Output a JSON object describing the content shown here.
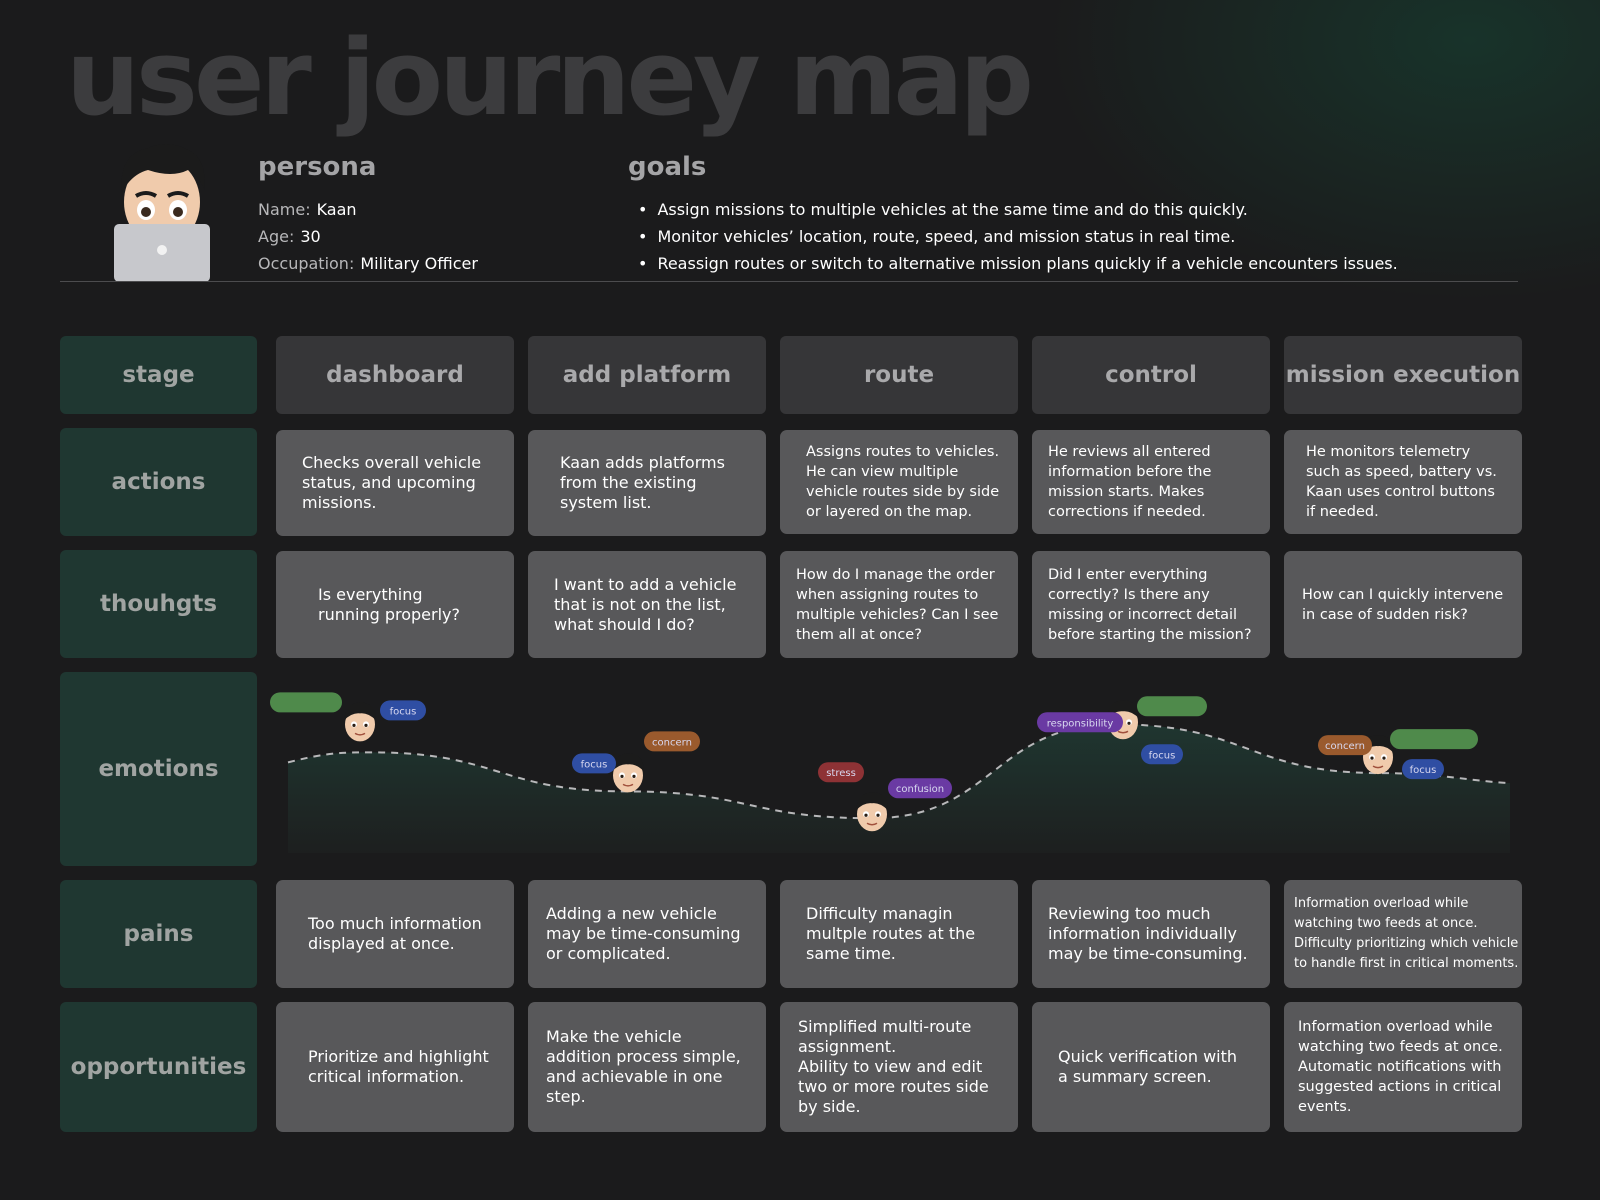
{
  "title": "user journey map",
  "persona": {
    "heading": "persona",
    "name_label": "Name:",
    "name": "Kaan",
    "age_label": "Age:",
    "age": "30",
    "occupation_label": "Occupation:",
    "occupation": "Military Officer"
  },
  "goals": {
    "heading": "goals",
    "items": [
      "Assign missions to multiple vehicles at the same time and do this quickly.",
      "Monitor vehicles’ location, route, speed, and mission status in real time.",
      "Reassign routes or switch to alternative mission plans quickly if a vehicle encounters issues."
    ]
  },
  "row_labels": {
    "stage": "stage",
    "actions": "actions",
    "thoughts": "thouhgts",
    "emotions": "emotions",
    "pains": "pains",
    "opportunities": "opportunities"
  },
  "stages": [
    "dashboard",
    "add platform",
    "route",
    "control",
    "mission execution"
  ],
  "actions": [
    "Checks overall vehicle\nstatus, and upcoming\nmissions.",
    "Kaan adds  platforms\nfrom the existing\nsystem list.",
    "Assigns routes to vehicles.\nHe can view multiple\nvehicle routes side by side\nor layered on the map.",
    "He reviews all entered\ninformation before the\nmission starts. Makes\ncorrections if needed.",
    "He monitors telemetry\nsuch as speed, battery vs.\nKaan uses control buttons\nif needed."
  ],
  "thoughts": [
    "Is everything\nrunning properly?",
    "I want to add a vehicle\nthat is not on the list,\nwhat should I do?",
    "How do I manage the order\nwhen assigning routes to\nmultiple vehicles? Can I see\nthem all at once?",
    "Did I enter everything\ncorrectly? Is there any\nmissing or incorrect detail\nbefore starting the mission?",
    "How can I quickly intervene\nin case of sudden risk?"
  ],
  "emotions": {
    "tags": {
      "focus": "focus",
      "concern": "concern",
      "stress": "stress",
      "confusion": "confusion",
      "responsibility": "responsibility"
    },
    "levels": [
      0.62,
      0.3,
      0.08,
      0.85,
      0.45
    ],
    "colors": {
      "green": "#4f8a4b",
      "blue": "#2f4ea3",
      "orange": "#9a5a2d",
      "red": "#8e3235",
      "purple": "#6a3aa3"
    }
  },
  "pains": [
    "Too much information\ndisplayed at once.",
    "Adding a new vehicle\nmay be time-consuming\nor complicated.",
    "Difficulty managin\nmultple routes at the\nsame time.",
    "Reviewing too much\ninformation individually\nmay be time-consuming.",
    "Information overload while\nwatching two feeds at once.\nDifficulty prioritizing which vehicle\nto handle first in critical moments."
  ],
  "opportunities": [
    "Prioritize and highlight\ncritical information.",
    "Make the vehicle\naddition process simple,\nand achievable in one\nstep.",
    "Simplified multi-route\nassignment.\nAbility to view and edit\ntwo or more routes side\nby side.",
    "Quick verification with\na summary screen.",
    "Information overload while\nwatching two feeds at once.\nAutomatic notifications with\nsuggested actions in critical\nevents."
  ]
}
